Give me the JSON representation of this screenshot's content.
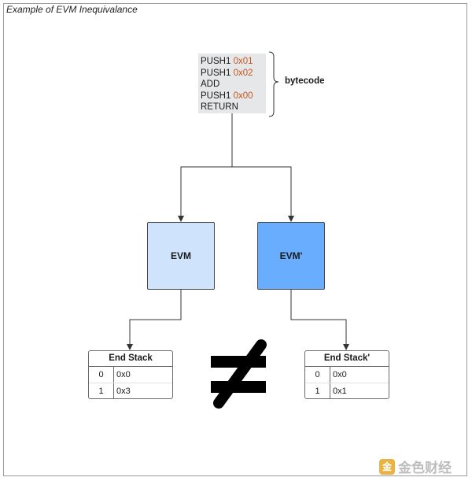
{
  "title": "Example of EVM Inequivalance",
  "bytecode": {
    "label": "bytecode",
    "lines": [
      {
        "op": "PUSH1",
        "arg": "0x01"
      },
      {
        "op": "PUSH1",
        "arg": "0x02"
      },
      {
        "op": "ADD",
        "arg": ""
      },
      {
        "op": "PUSH1",
        "arg": "0x00"
      },
      {
        "op": "RETURN",
        "arg": ""
      }
    ]
  },
  "evm_left": {
    "label": "EVM",
    "color": "#cfe3fd"
  },
  "evm_right": {
    "label": "EVM'",
    "color": "#69aefe"
  },
  "stack_left": {
    "title": "End Stack",
    "rows": [
      {
        "index": "0",
        "value": "0x0"
      },
      {
        "index": "1",
        "value": "0x3"
      }
    ]
  },
  "stack_right": {
    "title": "End Stack'",
    "rows": [
      {
        "index": "0",
        "value": "0x0"
      },
      {
        "index": "1",
        "value": "0x1"
      }
    ]
  },
  "relation_symbol": "not-equal-icon",
  "watermark": {
    "text": "金色财经",
    "logo_text": "金"
  },
  "colors": {
    "opcode_arg": "#c2561e",
    "code_bg": "#e6e7e9"
  }
}
